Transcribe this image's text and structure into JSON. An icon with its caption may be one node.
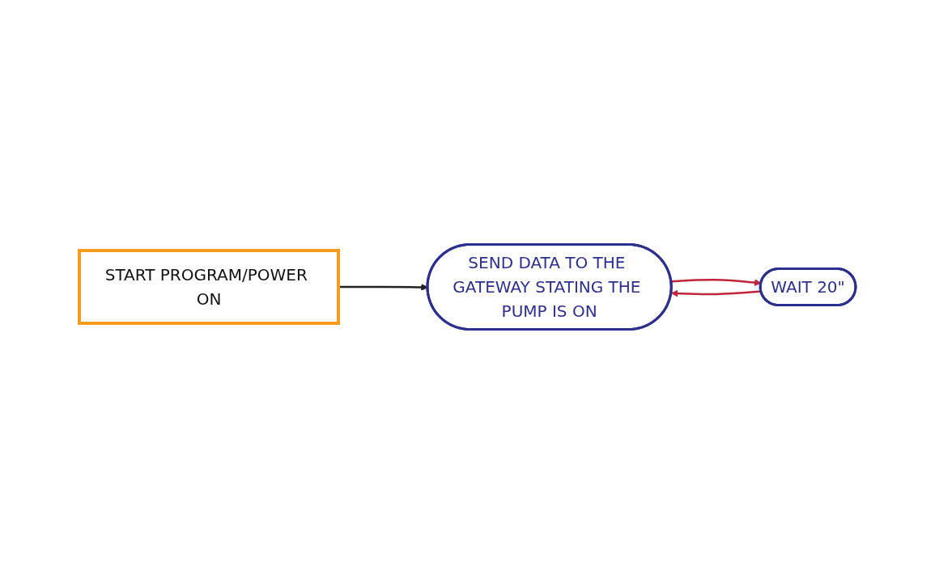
{
  "diagram": {
    "nodes": [
      {
        "text": [
          "START PROGRAM/POWER ON"
        ]
      },
      {
        "text": [
          "SEND DATA TO THE GATEWAY STATING THE PUMP IS ON"
        ]
      },
      {
        "text": [
          "WAIT 20\""
        ]
      }
    ],
    "edges": [
      {
        "from": 0,
        "to": 1,
        "arrow": "to",
        "color": "#222222"
      },
      {
        "from": 1,
        "to": 2,
        "arrow": "to",
        "color": "#c0243a"
      },
      {
        "from": 2,
        "to": 1,
        "arrow": "to",
        "color": "#c0243a"
      }
    ]
  }
}
